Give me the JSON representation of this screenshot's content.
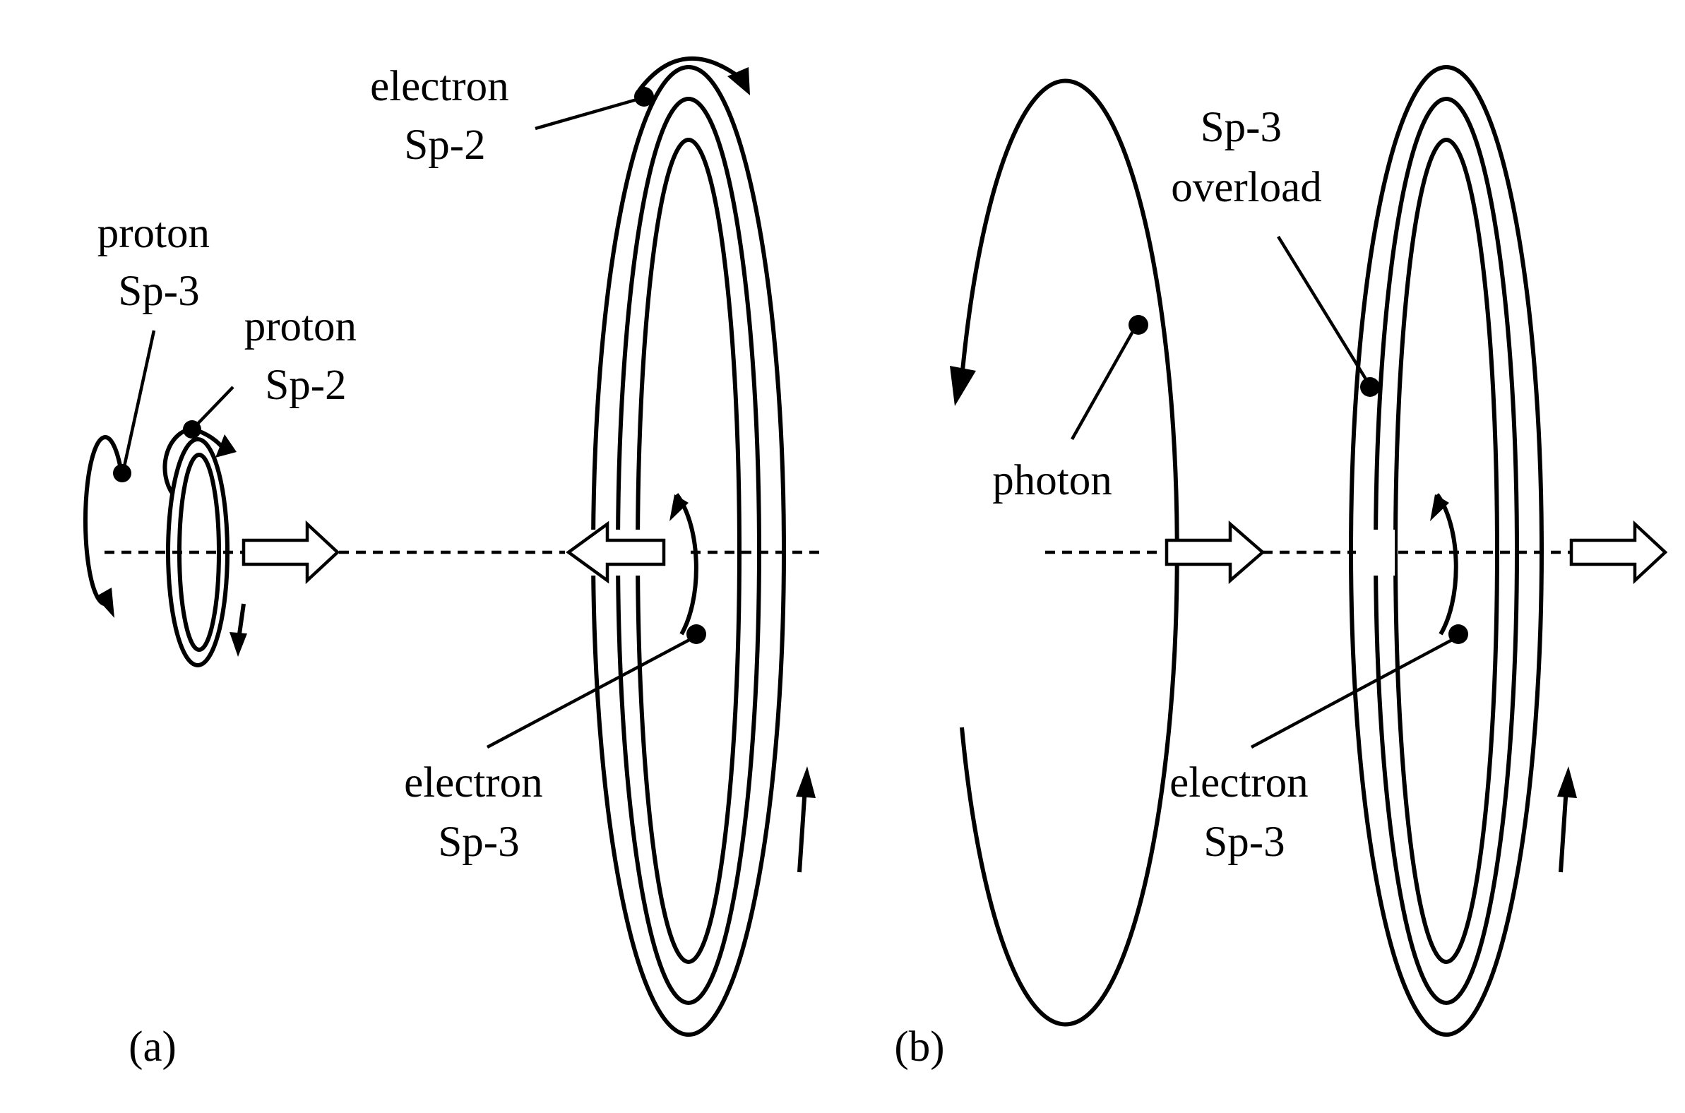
{
  "figure": {
    "panel_a": {
      "tag": "(a)",
      "labels": {
        "proton_sp3": [
          "proton",
          "Sp-3"
        ],
        "proton_sp2": [
          "proton",
          "Sp-2"
        ],
        "electron_sp2": [
          "electron",
          "Sp-2"
        ],
        "electron_sp3": [
          "electron",
          "Sp-3"
        ]
      }
    },
    "panel_b": {
      "tag": "(b)",
      "labels": {
        "photon": [
          "photon"
        ],
        "sp3_overload": [
          "Sp-3",
          "overload"
        ],
        "electron_sp3": [
          "electron",
          "Sp-3"
        ]
      }
    }
  }
}
